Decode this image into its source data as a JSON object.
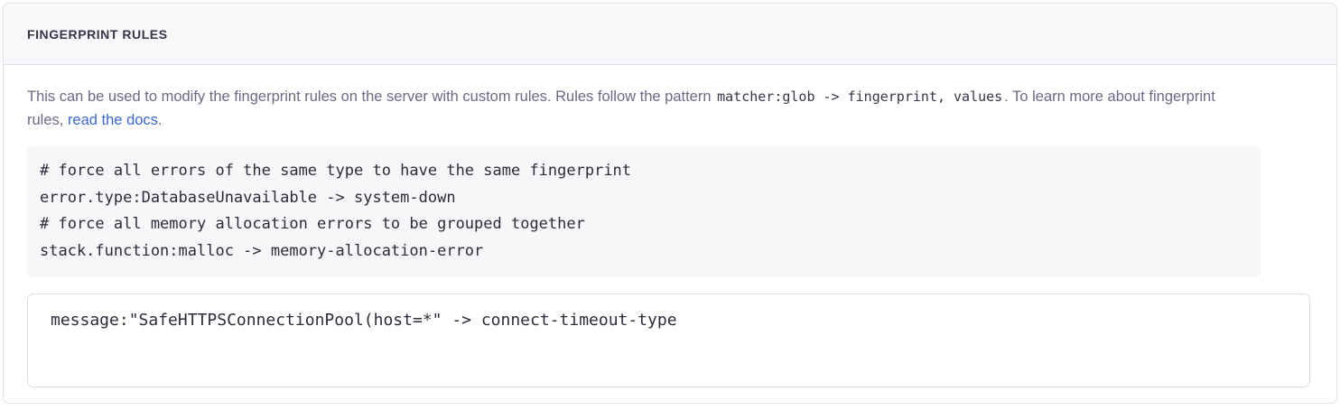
{
  "panel": {
    "title": "FINGERPRINT RULES",
    "description": {
      "lead": "This can be used to modify the fingerprint rules on the server with custom rules. Rules follow the pattern ",
      "inline_code": "matcher:glob -> fingerprint, values",
      "middle": ". To learn more about fingerprint rules, ",
      "link_text": "read the docs",
      "trailing": "."
    },
    "example_code": {
      "lines": [
        "# force all errors of the same type to have the same fingerprint",
        "error.type:DatabaseUnavailable -> system-down",
        "# force all memory allocation errors to be grouped together",
        "stack.function:malloc -> memory-allocation-error"
      ],
      "text": "# force all errors of the same type to have the same fingerprint\nerror.type:DatabaseUnavailable -> system-down\n# force all memory allocation errors to be grouped together\nstack.function:malloc -> memory-allocation-error"
    },
    "rules_input": {
      "value": "message:\"SafeHTTPSConnectionPool(host=*\" -> connect-timeout-type",
      "placeholder": "matcher:glob -> fingerprint, values"
    }
  },
  "colors": {
    "panel_border": "#e3e1ea",
    "header_background": "#f8f8fb",
    "title_text": "#3a3246",
    "body_text": "#6e6885",
    "link": "#3b68d4",
    "code_background": "#f7f7f9",
    "code_text": "#2f2a3a",
    "input_border": "#ddd9e6"
  }
}
